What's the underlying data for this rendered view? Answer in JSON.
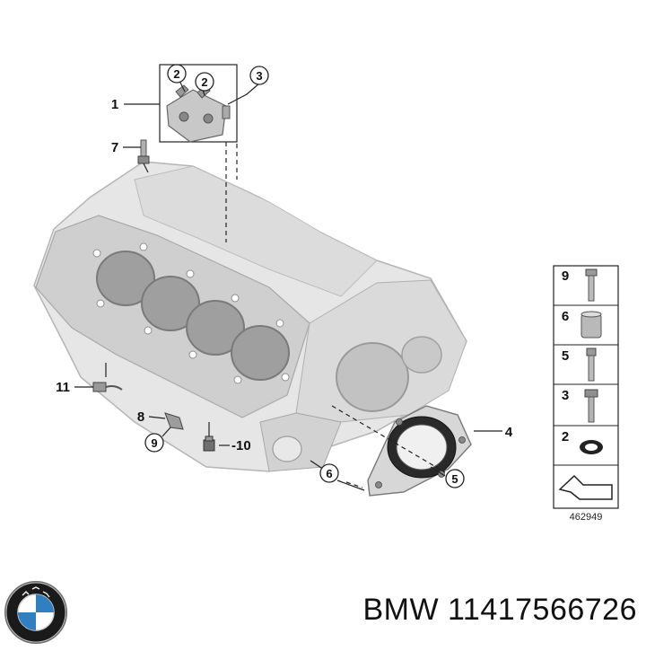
{
  "brand_text": "BMW 11417566726",
  "diagram_ref": "462949",
  "callouts": {
    "c1": "1",
    "c2a": "2",
    "c2b": "2",
    "c3": "3",
    "c4": "4",
    "c5": "5",
    "c6": "6",
    "c7": "7",
    "c8": "8",
    "c9": "9",
    "c10": "-10",
    "c11": "11"
  },
  "legend": [
    "9",
    "6",
    "5",
    "3",
    "2"
  ],
  "icons": [
    "bmw-logo-icon",
    "arrow-icon"
  ],
  "colors": {
    "line": "#222222",
    "part": "#d9d9d9",
    "part_dark": "#8a8a8a",
    "seal": "#1a1a1a"
  }
}
